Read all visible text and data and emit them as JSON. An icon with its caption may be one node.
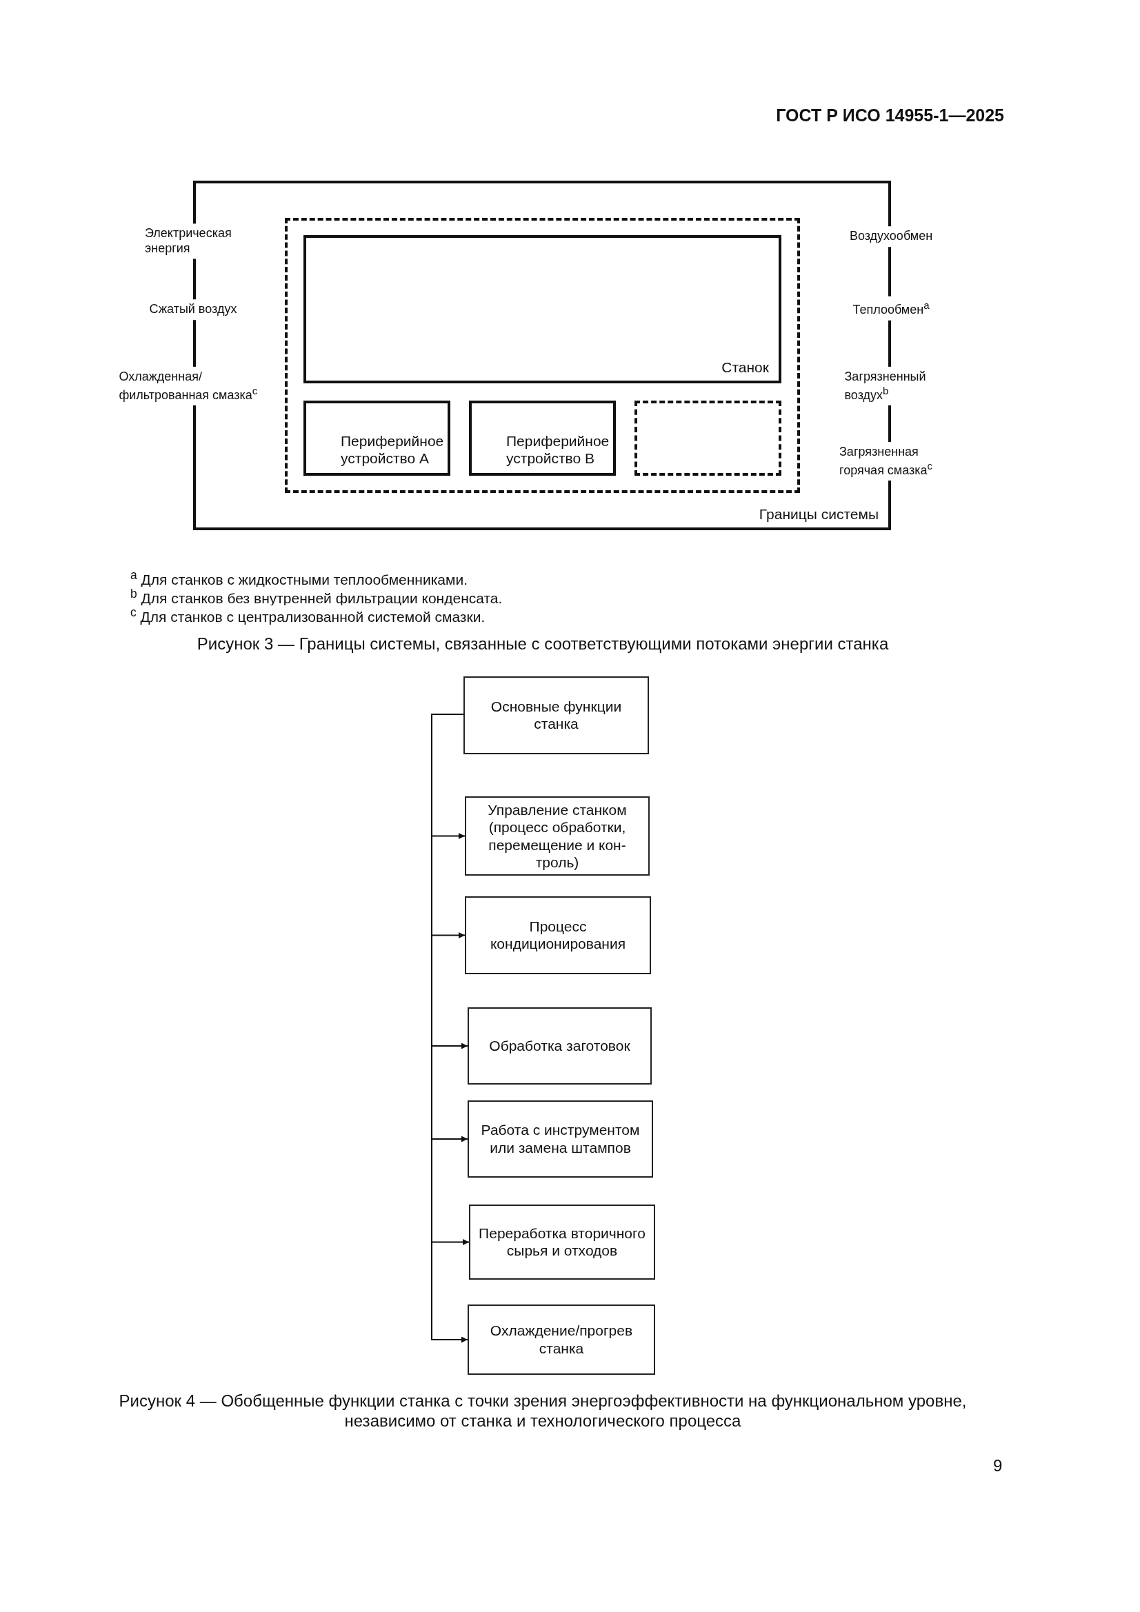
{
  "diagram": {
    "nodes": [
      {
        "text": [
          "Границы системы"
        ]
      },
      {
        "text": [],
        "shape": "box",
        "in": 0
      },
      {
        "text": [
          "Станок"
        ],
        "in": 1
      },
      {
        "text": [
          "Периферийное устройство А"
        ],
        "in": 1
      },
      {
        "text": [
          "Периферийное устройство В"
        ],
        "in": 1
      },
      {
        "text": [],
        "shape": "box",
        "in": 1
      },
      {
        "text": [
          "Основные функции станка"
        ]
      },
      {
        "text": [
          "Управление станком (процесс обработки, перемещение и кон-троль)"
        ]
      },
      {
        "text": [
          "Процесс кондиционирования"
        ]
      },
      {
        "text": [
          "Обработка заготовок"
        ]
      },
      {
        "text": [
          "Работа с инструментом или замена штампов"
        ]
      },
      {
        "text": [
          "Переработка вторичного сырья и отходов"
        ]
      },
      {
        "text": [
          "Охлаждение/прогрев станка"
        ]
      }
    ],
    "edges": [
      {
        "from": 6,
        "to": 7,
        "arrow": "to"
      },
      {
        "from": 6,
        "to": 8,
        "arrow": "to"
      },
      {
        "from": 6,
        "to": 9,
        "arrow": "to"
      },
      {
        "from": 6,
        "to": 10,
        "arrow": "to"
      },
      {
        "from": 6,
        "to": 11,
        "arrow": "to"
      },
      {
        "from": 6,
        "to": 12,
        "arrow": "to"
      }
    ],
    "labels": [
      "ГОСТ Р ИСО 14955-1—2025",
      "Электрическая энергия",
      "Сжатый воздух",
      "Охлажденная/ фильтрованная смазка$^{c}$",
      "Воздухообмен",
      "Теплообмен$^{a}$",
      "Загрязненный воздух$^{b}$",
      "Загрязненная горячая смазка$^{c}$",
      "$^{a}$ Для станков с жидкостными теплообменниками.",
      "$^{b}$ Для станков без внутренней фильтрации конденсата.",
      "$^{c}$ Для станков с централизованной системой смазки.",
      "Рисунок 3 — Границы системы, связанные с соответствующими потоками энергии станка",
      "Рисунок 4 — Обобщенные функции станка с точки зрения энергоэффективности на функциональном уровне, независимо от станка и технологического процесса",
      "9"
    ]
  }
}
